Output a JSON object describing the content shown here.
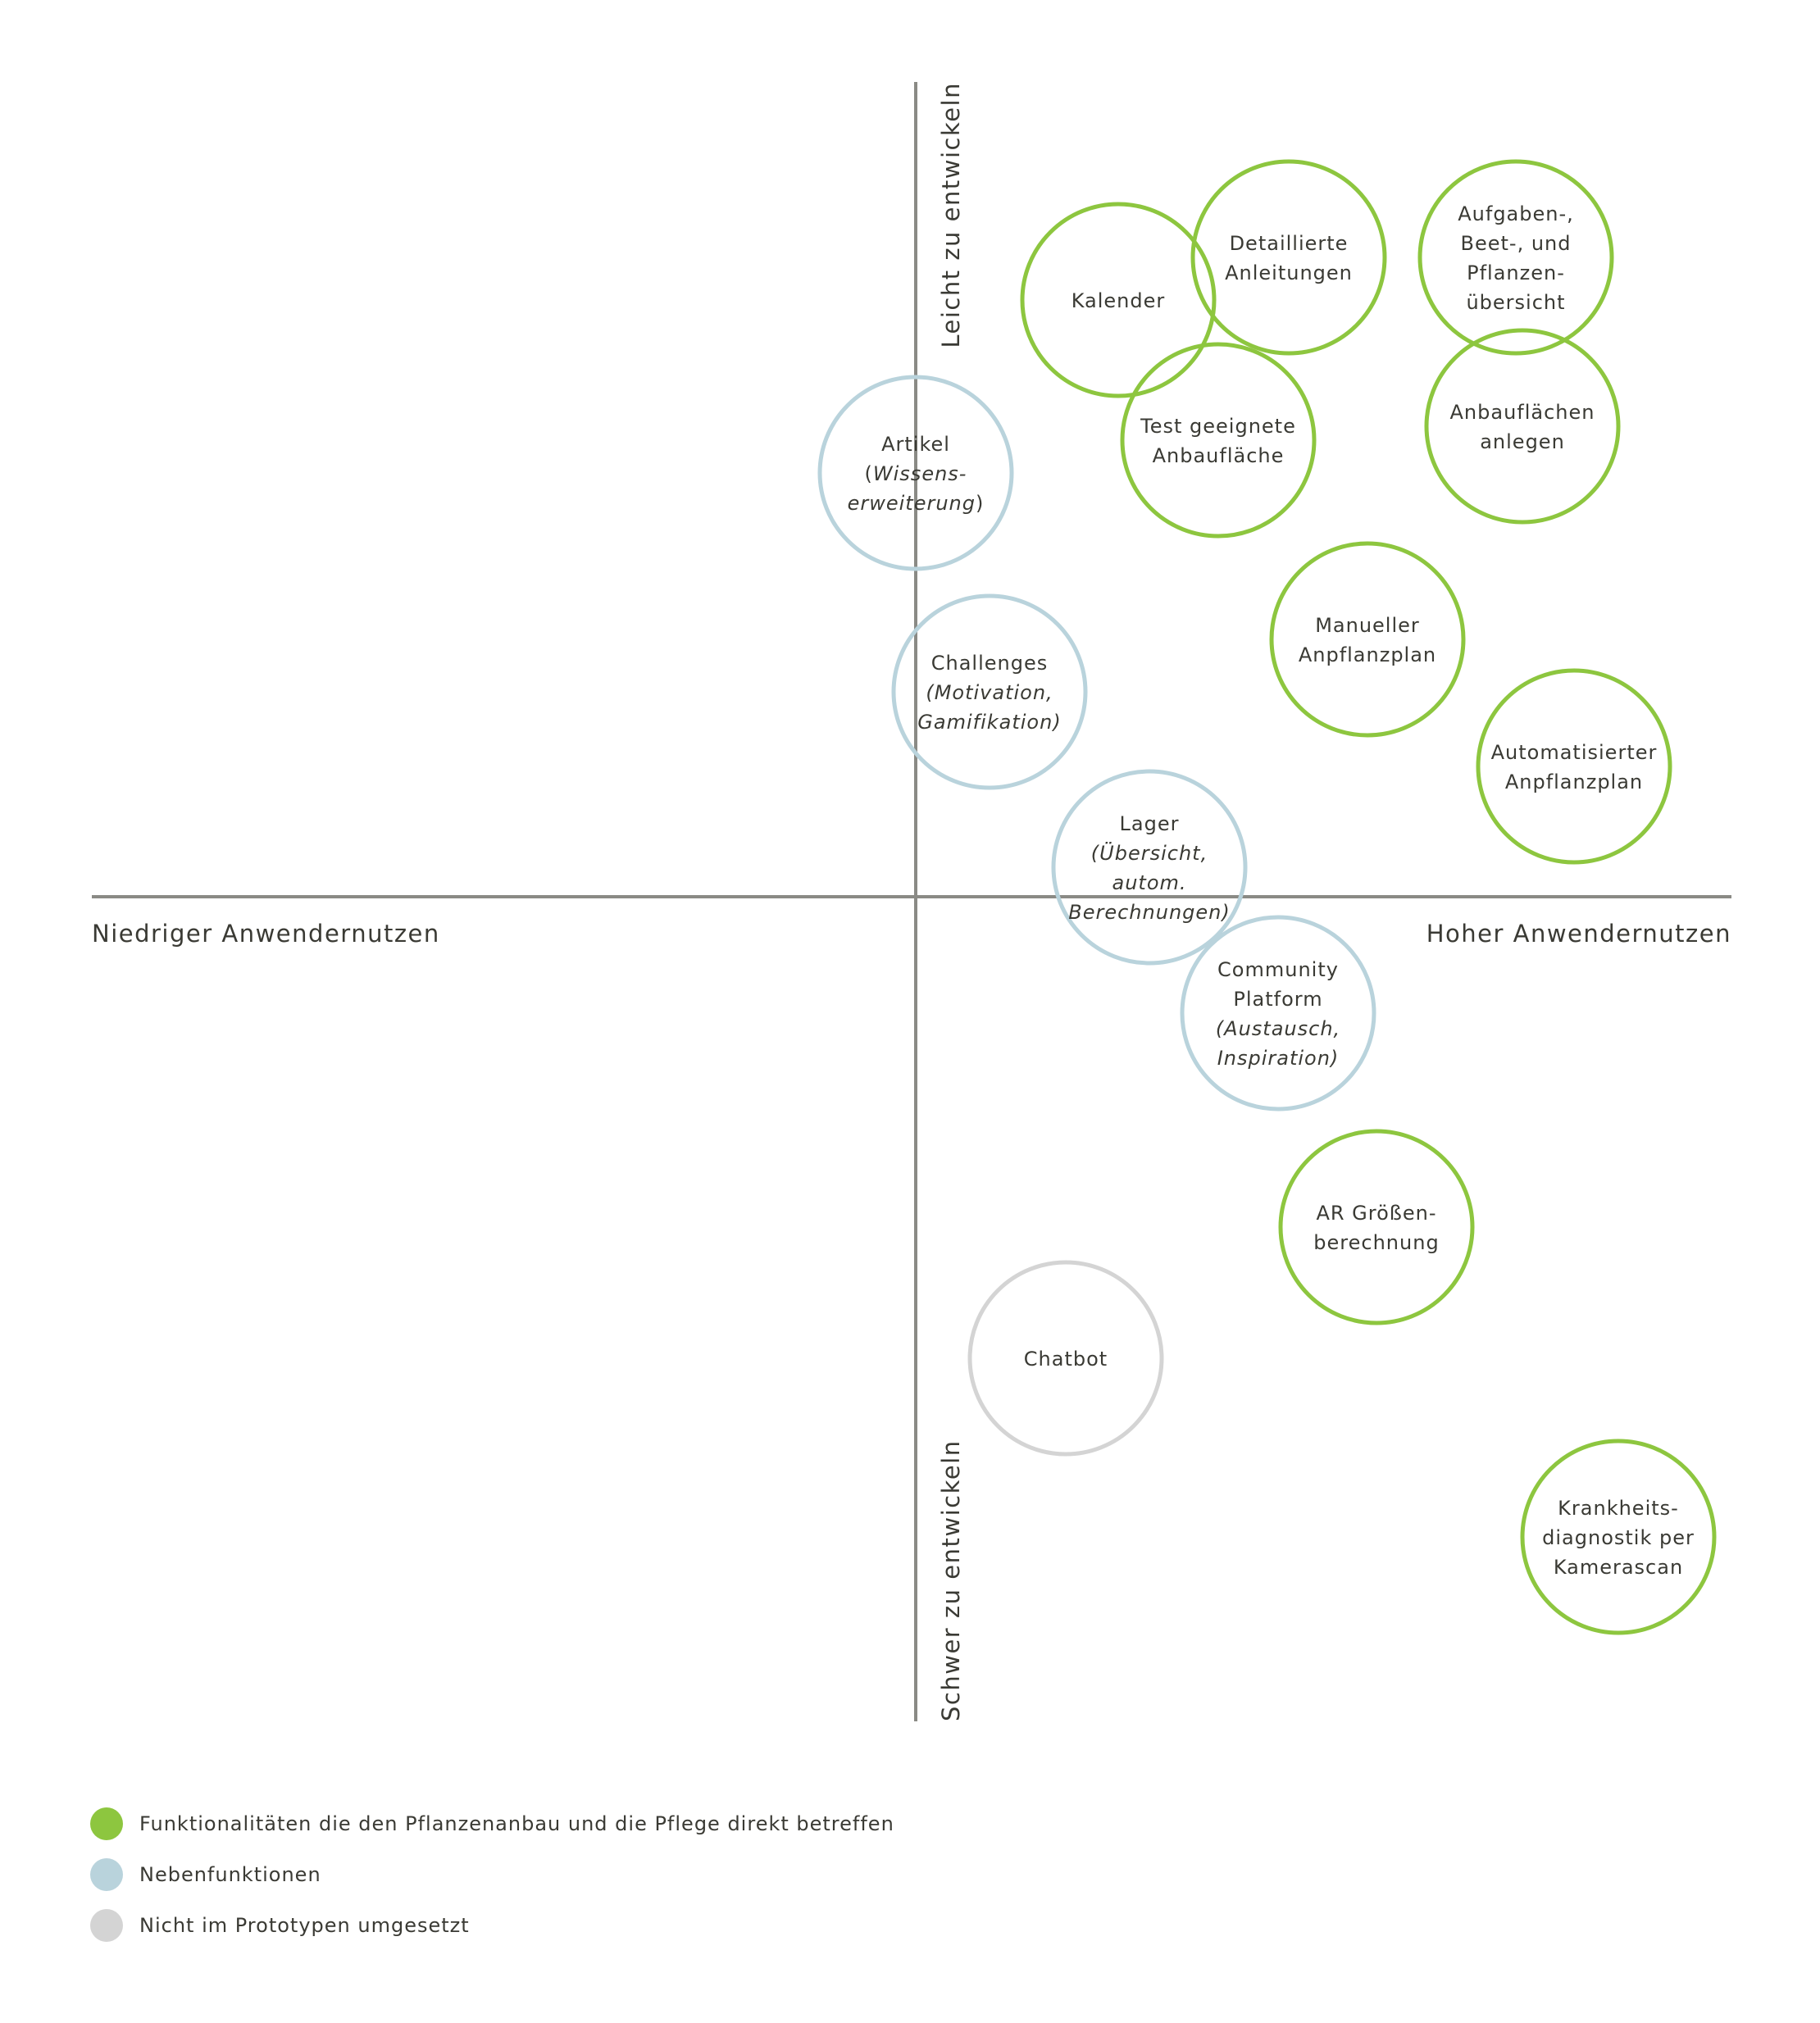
{
  "colors": {
    "primary": "#8dc63f",
    "secondary": "#b9d3dc",
    "not_implemented": "#d4d4d4",
    "axis": "#8a8a85"
  },
  "axes": {
    "left": "Niedriger Anwendernutzen",
    "right": "Hoher Anwendernutzen",
    "top": "Leicht zu entwickeln",
    "bottom": "Schwer zu entwickeln"
  },
  "bubbles": [
    {
      "id": "kalender",
      "category": "primary",
      "lines": [
        {
          "t": "Kalender"
        }
      ]
    },
    {
      "id": "detaillierte-anleitungen",
      "category": "primary",
      "lines": [
        {
          "t": "Detaillierte"
        },
        {
          "t": "Anleitungen"
        }
      ]
    },
    {
      "id": "aufgaben-uebersicht",
      "category": "primary",
      "lines": [
        {
          "t": "Aufgaben-,"
        },
        {
          "t": "Beet-, und"
        },
        {
          "t": "Pflanzen-"
        },
        {
          "t": "übersicht"
        }
      ]
    },
    {
      "id": "test-anbauflaeche",
      "category": "primary",
      "lines": [
        {
          "t": "Test geeignete"
        },
        {
          "t": "Anbaufläche"
        }
      ]
    },
    {
      "id": "anbauflaechen-anlegen",
      "category": "primary",
      "lines": [
        {
          "t": "Anbauflächen"
        },
        {
          "t": "anlegen"
        }
      ]
    },
    {
      "id": "artikel",
      "category": "secondary",
      "lines": [
        {
          "t": "Artikel"
        },
        {
          "t": "(",
          "it": "Wissens-"
        },
        {
          "t": "",
          "it": "erweiterung",
          "after": ")"
        }
      ]
    },
    {
      "id": "challenges",
      "category": "secondary",
      "lines": [
        {
          "t": "Challenges"
        },
        {
          "t": "",
          "it": "(Motivation,"
        },
        {
          "t": "",
          "it": "Gamifikation)"
        }
      ]
    },
    {
      "id": "manueller-anpflanzplan",
      "category": "primary",
      "lines": [
        {
          "t": "Manueller"
        },
        {
          "t": "Anpflanzplan"
        }
      ]
    },
    {
      "id": "automatisierter-anpflanzplan",
      "category": "primary",
      "lines": [
        {
          "t": "Automatisierter"
        },
        {
          "t": "Anpflanzplan"
        }
      ]
    },
    {
      "id": "lager",
      "category": "secondary",
      "lines": [
        {
          "t": "Lager"
        },
        {
          "t": "",
          "it": "(Übersicht,"
        },
        {
          "t": "",
          "it": "autom."
        },
        {
          "t": "",
          "it": "Berechnungen)"
        }
      ]
    },
    {
      "id": "community-platform",
      "category": "secondary",
      "lines": [
        {
          "t": "Community"
        },
        {
          "t": "Platform"
        },
        {
          "t": "",
          "it": "(Austausch,"
        },
        {
          "t": "",
          "it": "Inspiration)"
        }
      ]
    },
    {
      "id": "ar-groessenberechnung",
      "category": "primary",
      "lines": [
        {
          "t": "AR Größen-"
        },
        {
          "t": "berechnung"
        }
      ]
    },
    {
      "id": "chatbot",
      "category": "not_implemented",
      "lines": [
        {
          "t": "Chatbot"
        }
      ]
    },
    {
      "id": "krankheitsdiagnostik",
      "category": "primary",
      "lines": [
        {
          "t": "Krankheits-"
        },
        {
          "t": "diagnostik per"
        },
        {
          "t": "Kamerascan"
        }
      ]
    }
  ],
  "legend": [
    {
      "category": "primary",
      "label": "Funktionalitäten die den Pflanzenanbau und die Pflege direkt betreffen"
    },
    {
      "category": "secondary",
      "label": "Nebenfunktionen"
    },
    {
      "category": "not_implemented",
      "label": "Nicht im Prototypen umgesetzt"
    }
  ]
}
